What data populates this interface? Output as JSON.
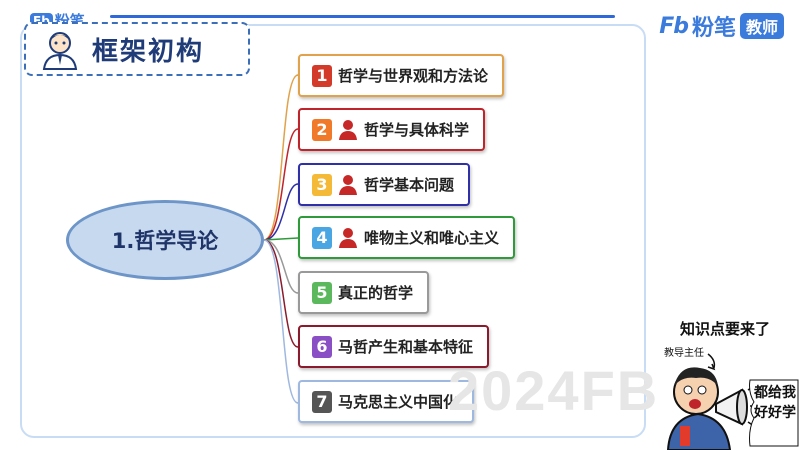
{
  "brand": {
    "small_logo": "Fb",
    "small_name": "粉笔",
    "right_logo": "Fb",
    "right_name": "粉笔",
    "right_tag": "教师"
  },
  "title": "框架初构",
  "center_label": "1.哲学导论",
  "branches": [
    {
      "num": "1",
      "label": "哲学与世界观和方法论",
      "num_color": "#d43a2a",
      "border_color": "#e0a24a",
      "has_person_icon": false
    },
    {
      "num": "2",
      "label": "哲学与具体科学",
      "num_color": "#f07a2a",
      "border_color": "#c0242b",
      "has_person_icon": true
    },
    {
      "num": "3",
      "label": "哲学基本问题",
      "num_color": "#f4b936",
      "border_color": "#2f2fa8",
      "has_person_icon": true
    },
    {
      "num": "4",
      "label": "唯物主义和唯心主义",
      "num_color": "#4aa6e3",
      "border_color": "#2e9a3a",
      "has_person_icon": true
    },
    {
      "num": "5",
      "label": "真正的哲学",
      "num_color": "#5cb85c",
      "border_color": "#999999",
      "has_person_icon": false
    },
    {
      "num": "6",
      "label": "马哲产生和基本特征",
      "num_color": "#8a4fc4",
      "border_color": "#8b1a2c",
      "has_person_icon": false
    },
    {
      "num": "7",
      "label": "马克思主义中国化",
      "num_color": "#555555",
      "border_color": "#9fb8e0",
      "has_person_icon": false
    }
  ],
  "watermark": "2024FB",
  "sticker": {
    "headline": "知识点要来了",
    "speaker": "教导主任",
    "side_text": "都给我好好学"
  },
  "colors": {
    "accent": "#3b7bdc",
    "person_icon": "#c62828"
  }
}
